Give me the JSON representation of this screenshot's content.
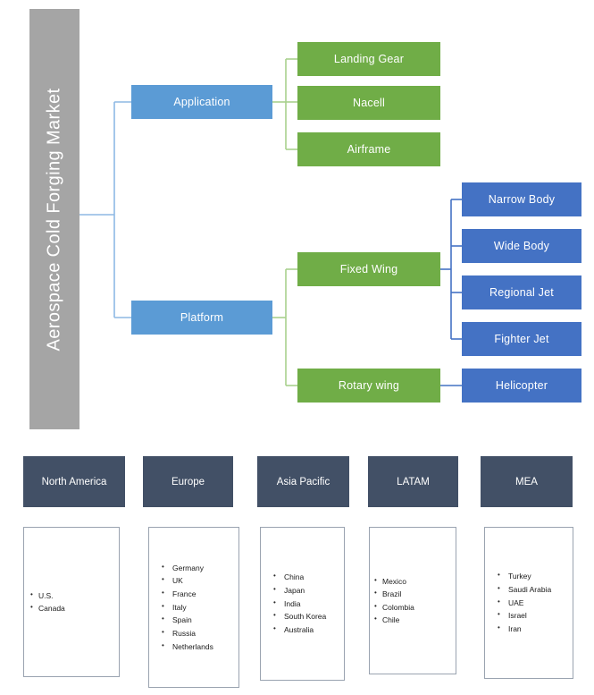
{
  "diagram": {
    "title": "Aerospace Cold Forging Market",
    "colors": {
      "root": "#a5a5a5",
      "level1": "#5b9bd5",
      "level2": "#70ad47",
      "level3": "#4472c4",
      "region_header": "#425066",
      "region_body_border": "#9aa3b0",
      "connector_blue": "#8eb9e4",
      "connector_green": "#a9d18e",
      "connector_darkblue": "#4472c4"
    },
    "branches": [
      {
        "label": "Application",
        "children": [
          {
            "label": "Landing Gear"
          },
          {
            "label": "Nacell"
          },
          {
            "label": "Airframe"
          }
        ]
      },
      {
        "label": "Platform",
        "children": [
          {
            "label": "Fixed Wing",
            "children": [
              {
                "label": "Narrow Body"
              },
              {
                "label": "Wide Body"
              },
              {
                "label": "Regional Jet"
              },
              {
                "label": "Fighter Jet"
              }
            ]
          },
          {
            "label": "Rotary wing",
            "children": [
              {
                "label": "Helicopter"
              }
            ]
          }
        ]
      }
    ]
  },
  "regions": [
    {
      "name": "North America",
      "countries": [
        "U.S.",
        "Canada"
      ]
    },
    {
      "name": "Europe",
      "countries": [
        "Germany",
        "UK",
        "France",
        "Italy",
        "Spain",
        "Russia",
        "Netherlands"
      ]
    },
    {
      "name": "Asia Pacific",
      "countries": [
        "China",
        "Japan",
        "India",
        "South Korea",
        "Australia"
      ]
    },
    {
      "name": "LATAM",
      "countries": [
        "Mexico",
        "Brazil",
        "Colombia",
        "Chile"
      ]
    },
    {
      "name": "MEA",
      "countries": [
        "Turkey",
        "Saudi Arabia",
        "UAE",
        "Israel",
        "Iran"
      ]
    }
  ]
}
